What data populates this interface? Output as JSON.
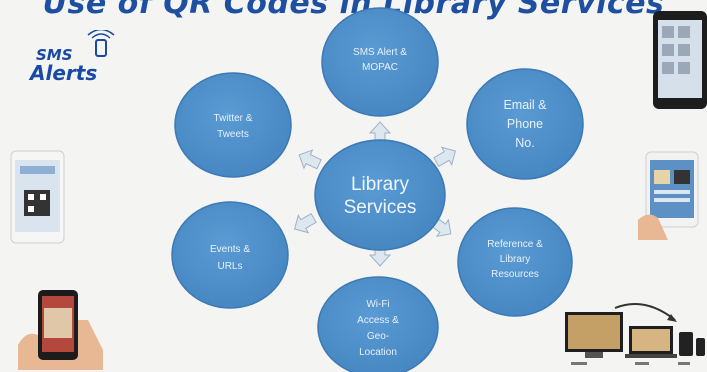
{
  "title": "Use of QR Codes in Library Services",
  "sms_logo": {
    "line1": "SMS",
    "line2": "Alerts"
  },
  "center": {
    "line1": "Library",
    "line2": "Services"
  },
  "nodes": {
    "sms": {
      "line1": "SMS Alert &",
      "line2": "MOPAC"
    },
    "twitter": {
      "line1": "Twitter &",
      "line2": "Tweets"
    },
    "email": {
      "line1": "Email &",
      "line2": "Phone",
      "line3": "No."
    },
    "events": {
      "line1": "Events &",
      "line2": "URLs"
    },
    "reference": {
      "line1": "Reference &",
      "line2": "Library",
      "line3": "Resources"
    },
    "wifi": {
      "line1": "Wi-Fi",
      "line2": "Access &",
      "line3": "Geo-",
      "line4": "Location"
    }
  },
  "colors": {
    "circle": "#4d8fca",
    "circle_border": "#3f7db8",
    "arrow": "#dde7ef",
    "title": "#1e4fa0"
  }
}
